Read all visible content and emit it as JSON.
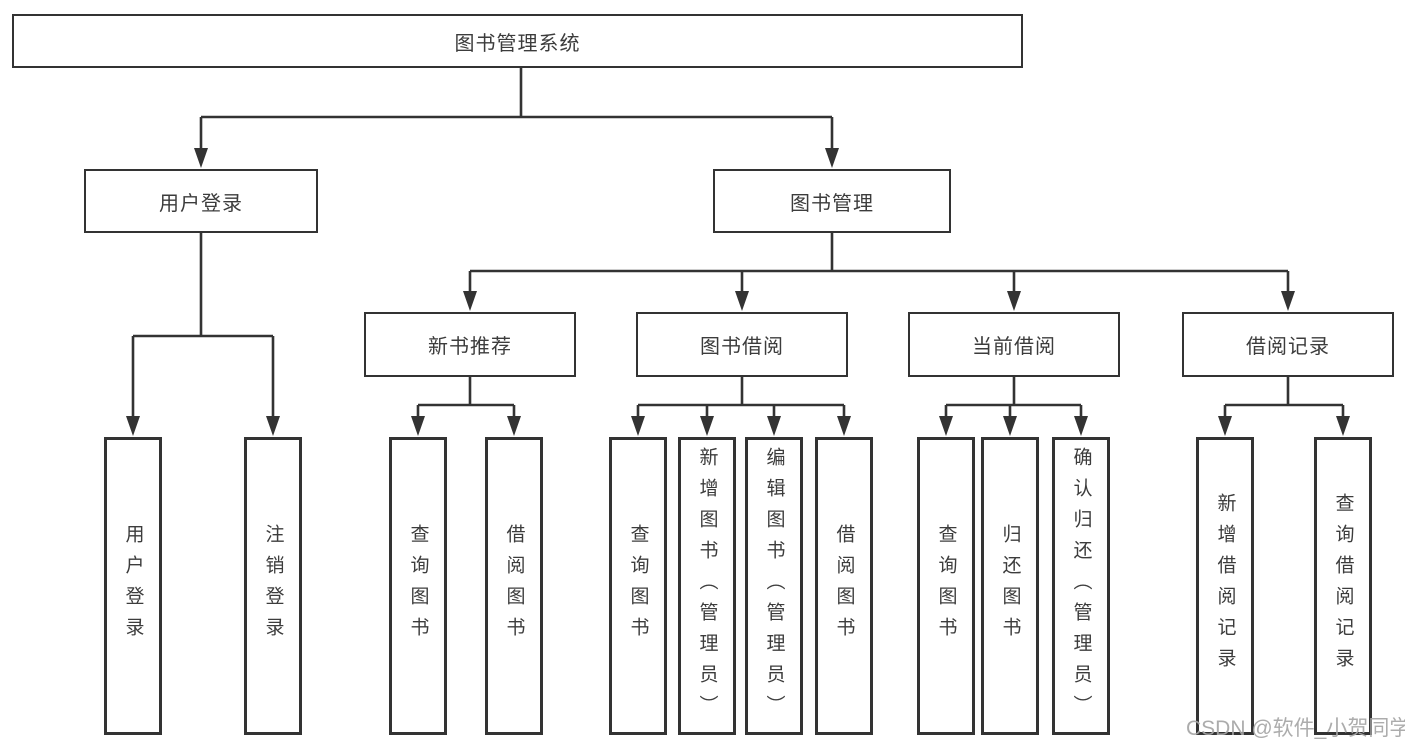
{
  "tree": {
    "label": "图书管理系统",
    "children": [
      {
        "label": "用户登录",
        "children": [
          {
            "label": "用户登录"
          },
          {
            "label": "注销登录"
          }
        ]
      },
      {
        "label": "图书管理",
        "children": [
          {
            "label": "新书推荐",
            "children": [
              {
                "label": "查询图书"
              },
              {
                "label": "借阅图书"
              }
            ]
          },
          {
            "label": "图书借阅",
            "children": [
              {
                "label": "查询图书"
              },
              {
                "label": "新增图书（管理员）"
              },
              {
                "label": "编辑图书（管理员）"
              },
              {
                "label": "借阅图书"
              }
            ]
          },
          {
            "label": "当前借阅",
            "children": [
              {
                "label": "查询图书"
              },
              {
                "label": "归还图书"
              },
              {
                "label": "确认归还（管理员）"
              }
            ]
          },
          {
            "label": "借阅记录",
            "children": [
              {
                "label": "新增借阅记录"
              },
              {
                "label": "查询借阅记录"
              }
            ]
          }
        ]
      }
    ]
  },
  "watermark": {
    "text": "CSDN @软件_小贺同学"
  },
  "colors": {
    "line": "#333333",
    "border": "#333333",
    "text": "#3c3c3c",
    "background": "#ffffff",
    "watermark": "#a5a5a5"
  }
}
